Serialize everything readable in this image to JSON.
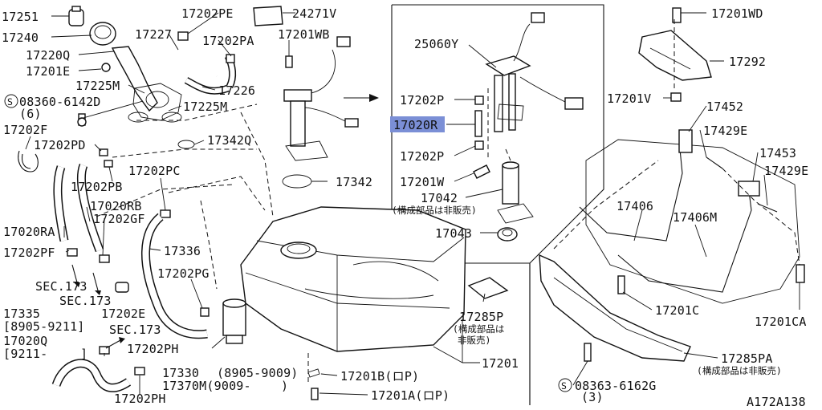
{
  "diagram": {
    "figure_code": "A172A138",
    "callouts": [
      {
        "id": "c17251",
        "text": "17251"
      },
      {
        "id": "c17240",
        "text": "17240"
      },
      {
        "id": "c17220Q",
        "text": "17220Q"
      },
      {
        "id": "c17201E",
        "text": "17201E"
      },
      {
        "id": "c17225M_a",
        "text": "17225M"
      },
      {
        "id": "c08360",
        "text": "08360-6142D"
      },
      {
        "id": "c08360q",
        "text": "(6)"
      },
      {
        "id": "c17202F",
        "text": "17202F"
      },
      {
        "id": "c17202PD",
        "text": "17202PD"
      },
      {
        "id": "c17202PE",
        "text": "17202PE"
      },
      {
        "id": "c17227",
        "text": "17227"
      },
      {
        "id": "c17202PA",
        "text": "17202PA"
      },
      {
        "id": "c17226",
        "text": "17226"
      },
      {
        "id": "c17225M_b",
        "text": "17225M"
      },
      {
        "id": "c24271V",
        "text": "24271V"
      },
      {
        "id": "c17201WB",
        "text": "17201WB"
      },
      {
        "id": "c17342Q",
        "text": "17342Q"
      },
      {
        "id": "c17342",
        "text": "17342"
      },
      {
        "id": "c17202PB",
        "text": "17202PB"
      },
      {
        "id": "c17202PC",
        "text": "17202PC"
      },
      {
        "id": "c17020RA",
        "text": "17020RA"
      },
      {
        "id": "c17020RB",
        "text": "17020RB"
      },
      {
        "id": "c17202GF",
        "text": "17202GF"
      },
      {
        "id": "c17202PF",
        "text": "17202PF"
      },
      {
        "id": "c17336",
        "text": "17336"
      },
      {
        "id": "csec173a",
        "text": "SEC.173"
      },
      {
        "id": "csec173b",
        "text": "SEC.173"
      },
      {
        "id": "c17202E",
        "text": "17202E"
      },
      {
        "id": "c17335",
        "text": "17335"
      },
      {
        "id": "c8905a",
        "text": "[8905-9211]"
      },
      {
        "id": "c17020Q",
        "text": "17020Q"
      },
      {
        "id": "c9211",
        "text": "[9211-"
      },
      {
        "id": "c9211b",
        "text": "]"
      },
      {
        "id": "csec173c",
        "text": "SEC.173"
      },
      {
        "id": "c17202PG",
        "text": "17202PG"
      },
      {
        "id": "c17202PH_a",
        "text": "17202PH"
      },
      {
        "id": "c17202PH_b",
        "text": "17202PH"
      },
      {
        "id": "c17330",
        "text": "17330"
      },
      {
        "id": "c17330d",
        "text": "(8905-9009)"
      },
      {
        "id": "c17370M",
        "text": "17370M(9009-"
      },
      {
        "id": "c17370Md",
        "text": ")"
      },
      {
        "id": "c17201B",
        "text": "17201B(ロP)"
      },
      {
        "id": "c17201A",
        "text": "17201A(ロP)"
      },
      {
        "id": "c17201",
        "text": "17201"
      },
      {
        "id": "c25060Y",
        "text": "25060Y"
      },
      {
        "id": "c17202P_a",
        "text": "17202P"
      },
      {
        "id": "c17020R",
        "text": "17020R"
      },
      {
        "id": "c17202P_b",
        "text": "17202P"
      },
      {
        "id": "c17201W",
        "text": "17201W"
      },
      {
        "id": "c17042",
        "text": "17042"
      },
      {
        "id": "c17042n",
        "text": "(構成部品は非販売)"
      },
      {
        "id": "c17043",
        "text": "17043"
      },
      {
        "id": "c17285P",
        "text": "17285P"
      },
      {
        "id": "c17285Pn1",
        "text": "(構成部品は"
      },
      {
        "id": "c17285Pn2",
        "text": "非販売)"
      },
      {
        "id": "c17201WD",
        "text": "17201WD"
      },
      {
        "id": "c17292",
        "text": "17292"
      },
      {
        "id": "c17201V",
        "text": "17201V"
      },
      {
        "id": "c17452",
        "text": "17452"
      },
      {
        "id": "c17429E_a",
        "text": "17429E"
      },
      {
        "id": "c17453",
        "text": "17453"
      },
      {
        "id": "c17429E_b",
        "text": "17429E"
      },
      {
        "id": "c17406",
        "text": "17406"
      },
      {
        "id": "c17406M",
        "text": "17406M"
      },
      {
        "id": "c17201C",
        "text": "17201C"
      },
      {
        "id": "c17201CA",
        "text": "17201CA"
      },
      {
        "id": "c17285PA",
        "text": "17285PA"
      },
      {
        "id": "c17285PAn",
        "text": "(構成部品は非販売)"
      },
      {
        "id": "c08363",
        "text": "08363-6162G"
      },
      {
        "id": "c08363q",
        "text": "(3)"
      }
    ],
    "highlight_color": "#7b8fd6"
  }
}
